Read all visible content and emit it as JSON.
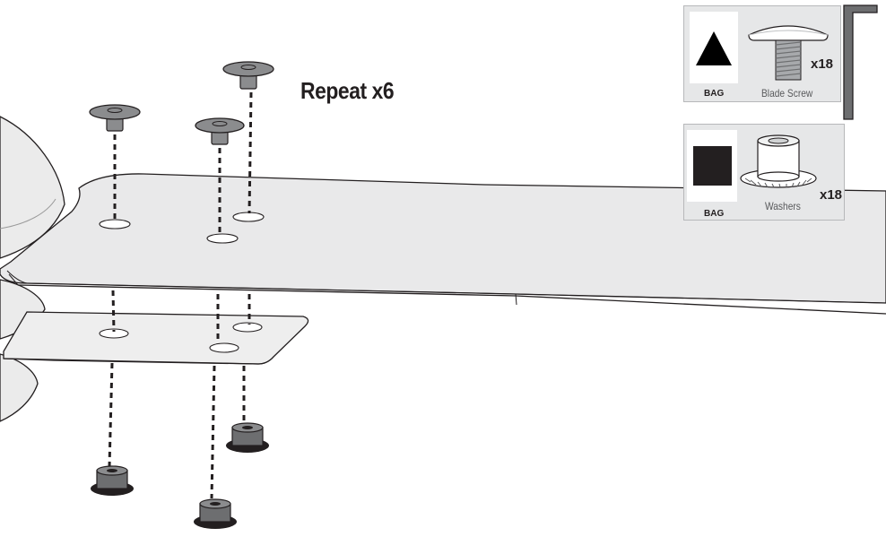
{
  "instruction": "Repeat x6",
  "parts": [
    {
      "bag_label": "BAG",
      "bag_symbol": "triangle",
      "name": "Blade Screw",
      "quantity": "x18"
    },
    {
      "bag_label": "BAG",
      "bag_symbol": "square",
      "name": "Washers",
      "quantity": "x18"
    }
  ],
  "tool_icon": "hex-key-icon"
}
